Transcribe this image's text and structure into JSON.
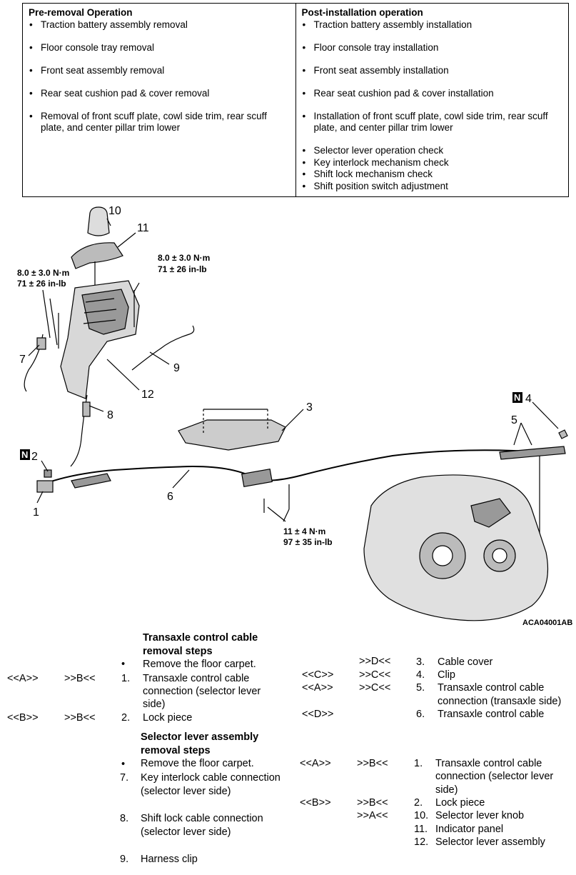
{
  "operations": {
    "pre_title": "Pre-removal Operation",
    "pre_items": [
      "Traction battery assembly removal",
      "Floor console tray removal",
      "Front seat assembly removal",
      "Rear seat cushion pad & cover removal",
      "Removal of front scuff plate, cowl side trim, rear scuff plate, and center pillar trim lower"
    ],
    "post_title": "Post-installation operation",
    "post_items": [
      "Traction battery assembly installation",
      "Floor console tray installation",
      "Front seat assembly installation",
      "Rear seat cushion pad & cover installation",
      "Installation of front scuff plate, cowl side trim, rear scuff plate, and center pillar trim lower",
      "Selector lever operation check",
      "Key interlock mechanism check",
      "Shift lock mechanism check",
      "Shift position switch adjustment"
    ]
  },
  "diagram": {
    "callouts": [
      "10",
      "11",
      "7",
      "9",
      "12",
      "8",
      "3",
      "4",
      "5",
      "2",
      "6",
      "1"
    ],
    "torque_left_1": "8.0 ± 3.0 N·m",
    "torque_left_2": "71 ± 26 in-lb",
    "torque_right_1": "8.0 ± 3.0 N·m",
    "torque_right_2": "71 ± 26 in-lb",
    "torque_bottom_1": "11 ± 4 N·m",
    "torque_bottom_2": "97 ± 35 in-lb",
    "n_mark": "N",
    "figure_code": "ACA04001AB"
  },
  "steps": {
    "cable_title_1": "Transaxle control cable",
    "cable_title_2": "removal steps",
    "bullet": "•",
    "remove_floor": "Remove the floor carpet.",
    "left": [
      {
        "ref1": "<<A>>",
        "ref2": ">>B<<",
        "num": "1.",
        "l1": "Transaxle control cable",
        "l2": "connection (selector lever",
        "l3": "side)"
      },
      {
        "ref1": "<<B>>",
        "ref2": ">>B<<",
        "num": "2.",
        "l1": "Lock piece"
      }
    ],
    "right": [
      {
        "ref1": "",
        "ref2": ">>D<<",
        "num": "3.",
        "l1": "Cable cover"
      },
      {
        "ref1": "<<C>>",
        "ref2": ">>C<<",
        "num": "4.",
        "l1": "Clip"
      },
      {
        "ref1": "<<A>>",
        "ref2": ">>C<<",
        "num": "5.",
        "l1": "Transaxle control cable",
        "l2": "connection (transaxle side)"
      },
      {
        "ref1": "<<D>>",
        "ref2": "",
        "num": "6.",
        "l1": "Transaxle control cable"
      }
    ],
    "selector_title_1": "Selector lever assembly",
    "selector_title_2": "removal steps",
    "sel_left": [
      {
        "num": "7.",
        "l1": "Key interlock cable connection",
        "l2": "(selector lever side)"
      },
      {
        "num": "8.",
        "l1": "Shift lock cable connection",
        "l2": "(selector lever side)"
      },
      {
        "num": "9.",
        "l1": "Harness clip"
      }
    ],
    "sel_right": [
      {
        "ref1": "<<A>>",
        "ref2": ">>B<<",
        "num": "1.",
        "l1": "Transaxle control cable",
        "l2": "connection (selector lever",
        "l3": "side)"
      },
      {
        "ref1": "<<B>>",
        "ref2": ">>B<<",
        "num": "2.",
        "l1": "Lock piece"
      },
      {
        "ref1": "",
        "ref2": ">>A<<",
        "num": "10.",
        "l1": "Selector lever knob"
      },
      {
        "ref1": "",
        "ref2": "",
        "num": "11.",
        "l1": "Indicator panel"
      },
      {
        "ref1": "",
        "ref2": "",
        "num": "12.",
        "l1": "Selector lever assembly"
      }
    ]
  }
}
